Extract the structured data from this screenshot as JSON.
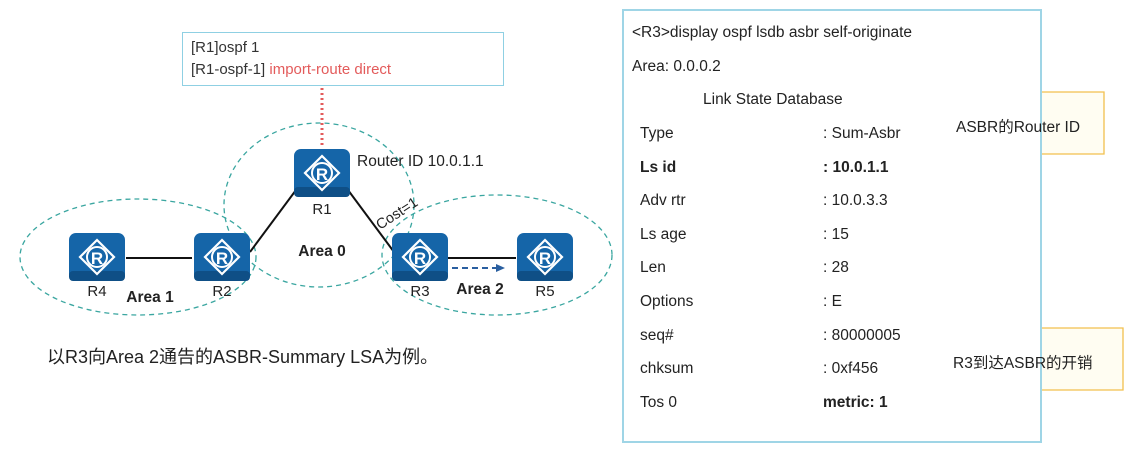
{
  "config": {
    "line1": "[R1]ospf 1",
    "line2_prefix": "[R1-ospf-1] ",
    "line2_cmd": "import-route direct"
  },
  "routers": {
    "r1": {
      "name": "R1",
      "router_id": "Router ID 10.0.1.1"
    },
    "r2": {
      "name": "R2"
    },
    "r3": {
      "name": "R3"
    },
    "r4": {
      "name": "R4"
    },
    "r5": {
      "name": "R5"
    },
    "icon_letter": "R"
  },
  "areas": {
    "area0": "Area 0",
    "area1": "Area 1",
    "area2": "Area 2"
  },
  "cost_label": "Cost=1",
  "caption": "以R3向Area 2通告的ASBR-Summary LSA为例。",
  "lsdb": {
    "command": "<R3>display ospf lsdb asbr self-originate",
    "area": "Area: 0.0.0.2",
    "header": "Link State Database",
    "rows": [
      {
        "key": "Type",
        "value": ": Sum-Asbr"
      },
      {
        "key": "Ls id",
        "value": ": 10.0.1.1"
      },
      {
        "key": "Adv rtr",
        "value": ": 10.0.3.3"
      },
      {
        "key": "Ls age",
        "value": ": 15"
      },
      {
        "key": "Len",
        "value": ": 28"
      },
      {
        "key": "Options",
        "value": ":  E"
      },
      {
        "key": "seq#",
        "value": ": 80000005"
      },
      {
        "key": "chksum",
        "value": ": 0xf456"
      },
      {
        "key": "Tos 0",
        "value": "metric: 1"
      }
    ]
  },
  "callouts": {
    "asbr_router_id": "ASBR的Router ID",
    "r3_cost": "R3到达ASBR的开销"
  },
  "colors": {
    "router_fill": "#1565a8",
    "area_border": "#3aa6a0",
    "config_border": "#8fd0e3",
    "import_highlight": "#e35b5b",
    "panel_border": "#9fd5e6",
    "callout_border": "#f2c04e",
    "callout_fill": "#fffdf2"
  }
}
